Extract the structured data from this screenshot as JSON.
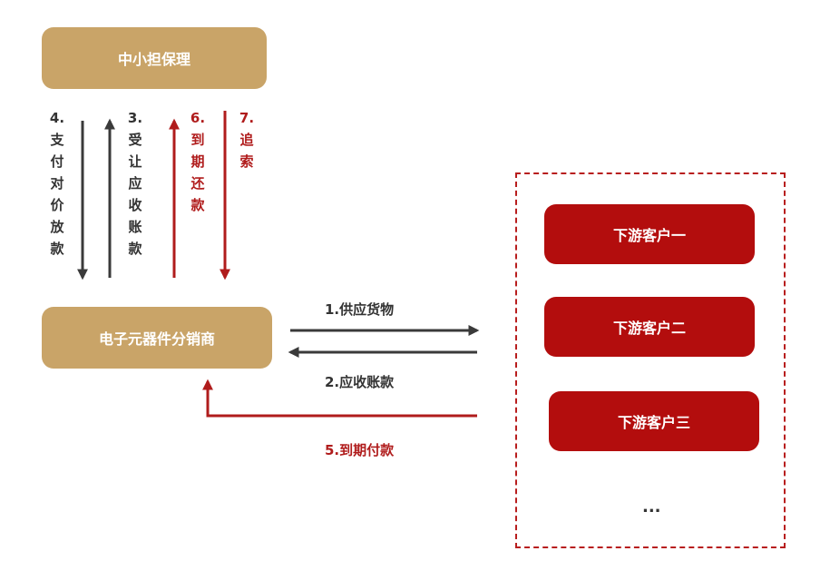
{
  "nodes": {
    "guarantee": "中小担保理",
    "distributor": "电子元器件分销商",
    "customer_1": "下游客户一",
    "customer_2": "下游客户二",
    "customer_3": "下游客户三",
    "more": "..."
  },
  "flows": {
    "step_1": "1.供应货物",
    "step_2": "2.应收账款",
    "step_3": "3.\n受\n让\n应\n收\n账\n款",
    "step_4": "4.\n支\n付\n对\n价\n放\n款",
    "step_5": "5.到期付款",
    "step_6": "6.\n到\n期\n还\n款",
    "step_7": "7.\n追\n索"
  },
  "colors": {
    "gold": "#c9a468",
    "red": "#b30d0d",
    "arrow_dark": "#3a3a3a",
    "arrow_red": "#b01c1c"
  }
}
